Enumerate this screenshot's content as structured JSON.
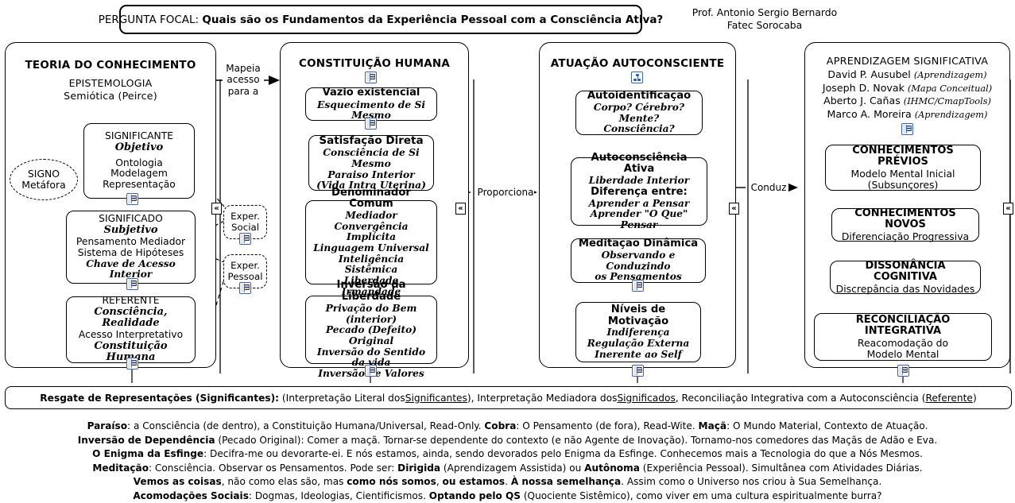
{
  "header": {
    "focus_label": "PERGUNTA FOCAL:",
    "focus_question": "Quais são os Fundamentos da Experiência Pessoal com a Consciência Ativa?",
    "author_name": "Prof. Antonio Sergio Bernardo",
    "author_affiliation": "Fatec Sorocaba"
  },
  "edge_labels": {
    "mapeia_l1": "Mapeia",
    "mapeia_l2": "acesso",
    "mapeia_l3": "para a",
    "proporciona": "Proporciona",
    "conduz": "Conduz"
  },
  "icons": {
    "resource": "cmap-resource-icon",
    "concept_map": "cmap-map-icon",
    "collapse": "collapse-chevron-icon"
  },
  "columns": [
    {
      "id": "teoria-do-conhecimento",
      "title": "TEORIA DO CONHECIMENTO",
      "subtitle_1": "EPISTEMOLOGIA",
      "subtitle_2": "Semiótica (Peirce)",
      "nodes": {
        "signo": {
          "l1": "SIGNO",
          "l2": "Metáfora"
        },
        "significante": {
          "l1": "SIGNIFICANTE",
          "l2": "Objetivo",
          "l3": "Ontologia",
          "l4": "Modelagem",
          "l5": "Representação"
        },
        "significado": {
          "l1": "SIGNIFICADO",
          "l2": "Subjetivo",
          "l3": "Pensamento Mediador",
          "l4": "Sistema de Hipóteses",
          "l5": "Chave de Acesso Interior"
        },
        "referente": {
          "l1": "REFERENTE",
          "l2": "Consciência, Realidade",
          "l3": "Acesso Interpretativo",
          "l4": "Constituição Humana"
        },
        "exper_social": {
          "l1": "Exper.",
          "l2": "Social"
        },
        "exper_pessoal": {
          "l1": "Exper.",
          "l2": "Pessoal"
        }
      }
    },
    {
      "id": "constituicao-humana",
      "title": "CONSTITUIÇÃO HUMANA",
      "nodes": {
        "vazio_existencial": {
          "l1": "Vazio existencial",
          "l2": "Esquecimento de Si Mesmo"
        },
        "satisfacao_direta": {
          "l1": "Satisfação Direta",
          "l2": "Consciência de Si Mesmo",
          "l3": "Paraiso Interior",
          "l4": "(Vida Intra Uterina)"
        },
        "denominador_comum": {
          "l1": "Denominador Comum",
          "l2": "Mediador",
          "l3": "Convergência Implícita",
          "l4": "Linguagem Universal",
          "l5": "Inteligência Sistêmica",
          "l6": "Liberdade",
          "l7": "Irmandade"
        },
        "inversao_da_liberdade": {
          "l1": "Inversão da Liberdade",
          "l2": "Privação do Bem (interior)",
          "l3": "Pecado (Defeito) Original",
          "l4": "Inversão do Sentido da vida",
          "l5": "Inversão de Valores"
        }
      }
    },
    {
      "id": "atuacao-autoconsciente",
      "title": "ATUAÇÃO AUTOCONSCIENTE",
      "nodes": {
        "autoidentificacao": {
          "l1": "Autoidentificação",
          "l2": "Corpo? Cérebro? Mente?",
          "l3": "Consciência?"
        },
        "autoconsciencia_ativa": {
          "l1": "Autoconsciência Ativa",
          "l2": "Liberdade Interior",
          "l3": "Diferença entre:",
          "l4": "Aprender a Pensar",
          "l5": "Aprender \"O Que\" Pensar"
        },
        "meditacao_dinamica": {
          "l1": "Meditação Dinâmica",
          "l2": "Observando e Conduzindo",
          "l3": "os Pensamentos"
        },
        "niveis_de_motivacao": {
          "l1": "Níveis de Motivação",
          "l2": "Indiferença",
          "l3": "Regulação Externa",
          "l4": "Inerente ao Self"
        }
      }
    },
    {
      "id": "aprendizagem-significativa",
      "title": "APRENDIZAGEM SIGNIFICATIVA",
      "authors": [
        {
          "name": "David P. Ausubel",
          "note": "(Aprendizagem)"
        },
        {
          "name": "Joseph D. Novak",
          "note": "(Mapa Conceitual)"
        },
        {
          "name": "Aberto J. Cañas",
          "note": "(IHMC/CmapTools)"
        },
        {
          "name": "Marco A. Moreira",
          "note": "(Aprendizagem)"
        }
      ],
      "nodes": {
        "conhecimentos_previos": {
          "l1": "CONHECIMENTOS PRÉVIOS",
          "l2": "Modelo Mental Inicial",
          "l3": "(Subsunçores)"
        },
        "conhecimentos_novos": {
          "l1": "CONHECIMENTOS NOVOS",
          "l2": "Diferenciação Progressiva"
        },
        "dissonancia_cognitiva": {
          "l1": "DISSONÂNCIA COGNITIVA",
          "l2": "Discrepância das Novidades"
        },
        "reconciliacao_integrativa": {
          "l1": "RECONCILIAÇÃO INTEGRATIVA",
          "l2": "Reacomodação do",
          "l3": "Modelo Mental"
        }
      }
    }
  ],
  "summary_bar": {
    "title": "Resgate de Representações (Significantes):",
    "p1": "(Interpretação Literal dos ",
    "u1": "Significantes",
    "p2": "), Interpretação Mediadora dos ",
    "u2": "Significados",
    "p3": ", Reconciliação Integrativa com a Autoconsciência (",
    "u3": "Referente",
    "p4": ")"
  },
  "footnotes": {
    "line1": {
      "b1": "Paraíso",
      "t1": ": a Consciência (de dentro), a Constituição Humana/Universal, Read-Only.   ",
      "b2": "Cobra",
      "t2": ": O Pensamento (de fora), Read-Wite.   ",
      "b3": "Maçã",
      "t3": ": O Mundo Material, Contexto de Atuação."
    },
    "line2": {
      "b1": "Inversão de Dependência",
      "t1": " (Pecado Original): Comer a maçã. Tornar-se dependente do contexto (e não Agente de Inovação). Tornamo-nos comedores das Maçãs de Adão e Eva."
    },
    "line3": {
      "b1": "O Enigma da Esfinge",
      "t1": ": Decifra-me ou devorarte-ei. E nós estamos, ainda, sendo devorados pelo Enigma da Esfinge. Conhecemos mais a Tecnologia do que a Nós Mesmos."
    },
    "line4": {
      "b1": "Meditação",
      "t1": ": Consciência. Observar os Pensamentos. Pode ser: ",
      "b2": "Dirigida",
      "t2": " (Aprendizagem Assistida) ou ",
      "b3": "Autônoma",
      "t3": " (Experiência Pessoal). Simultânea com Atividades Diárias."
    },
    "line5": {
      "b1": "Vemos as coisas",
      "t1": ", não como elas são, mas ",
      "b2": "como nós somos",
      "t2": ", ",
      "b3": "ou estamos",
      "t3": ". ",
      "b4": "À nossa semelhança",
      "t4": ". Assim como o Universo nos criou à Sua Semelhança."
    },
    "line6": {
      "b1": "Acomodações Sociais",
      "t1": ": Dogmas, Ideologias, Cientificismos. ",
      "b2": "Optando pelo QS",
      "t2": " (Quociente Sistêmico), como viver em uma cultura espiritualmente burra?"
    }
  }
}
